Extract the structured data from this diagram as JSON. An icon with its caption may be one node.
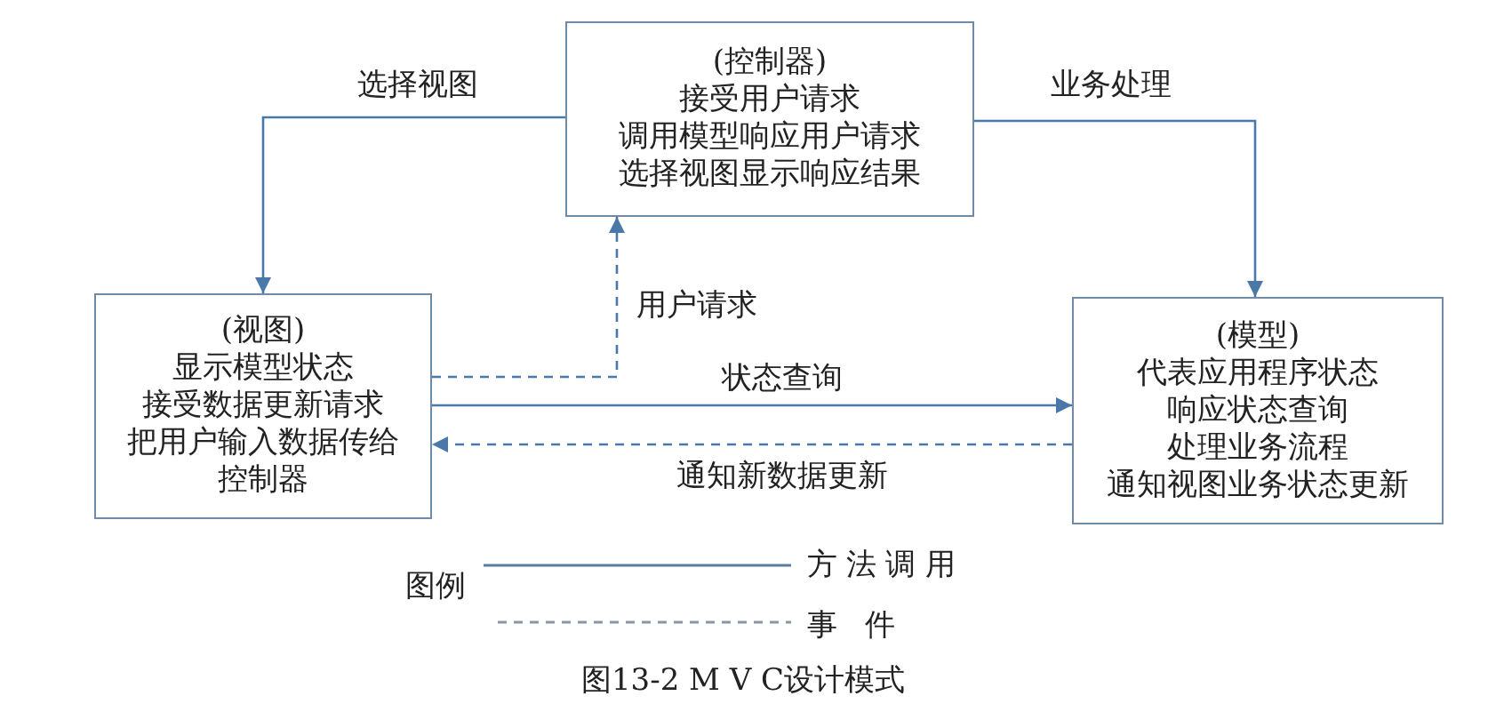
{
  "diagram": {
    "caption": "图13-2 M V C设计模式",
    "nodes": [
      {
        "text": [
          "(控制器)",
          "接受用户请求",
          "调用模型响应用户请求",
          "选择视图显示响应结果"
        ]
      },
      {
        "text": [
          "(视图)",
          "显示模型状态",
          "接受数据更新请求",
          "把用户输入数据传给",
          "控制器"
        ]
      },
      {
        "text": [
          "(模型)",
          "代表应用程序状态",
          "响应状态查询",
          "处理业务流程",
          "通知视图业务状态更新"
        ]
      }
    ],
    "edges": [
      {
        "from": 0,
        "to": 1,
        "arrow": "to",
        "label": "选择视图"
      },
      {
        "from": 0,
        "to": 2,
        "arrow": "to",
        "label": "业务处理"
      },
      {
        "from": 1,
        "to": 0,
        "arrow": "to",
        "label": "用户请求",
        "style": "dashed"
      },
      {
        "from": 1,
        "to": 2,
        "arrow": "to",
        "label": "状态查询"
      },
      {
        "from": 2,
        "to": 1,
        "arrow": "to",
        "label": "通知新数据更新",
        "style": "dashed"
      }
    ],
    "labels": [
      "图例"
    ],
    "legend": [
      {
        "text": "方法调用"
      },
      {
        "text": "事件"
      }
    ]
  }
}
